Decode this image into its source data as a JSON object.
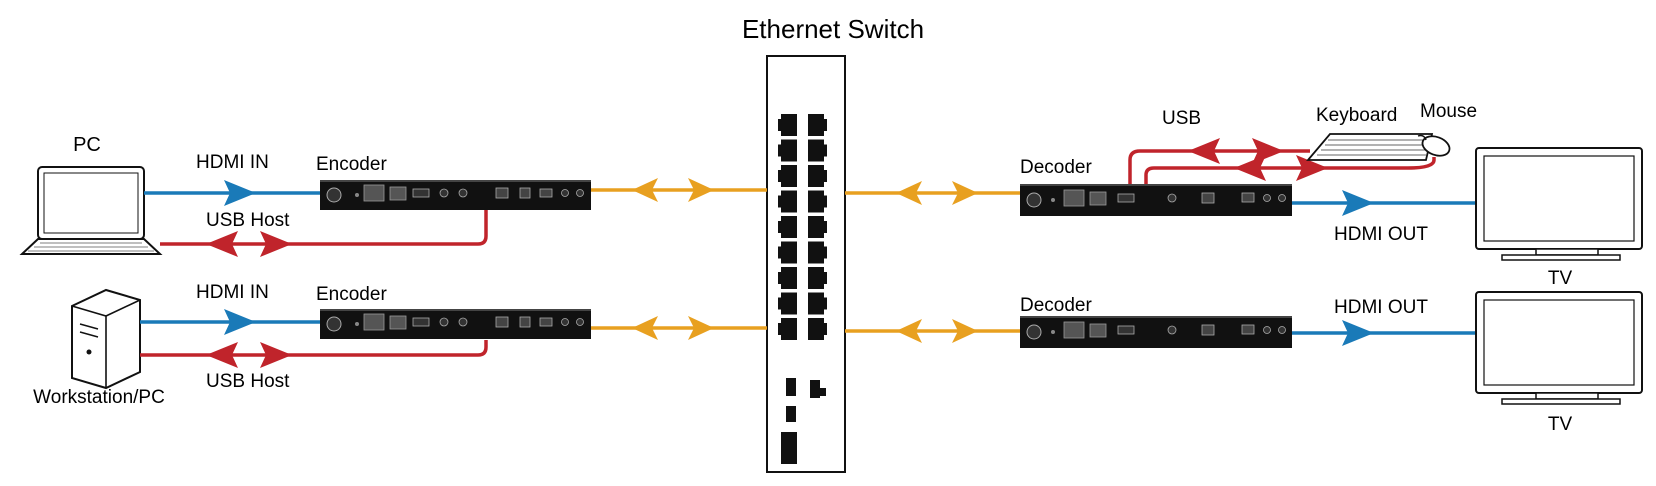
{
  "title": "Ethernet Switch",
  "sources": [
    {
      "name": "PC",
      "video_label": "HDMI IN",
      "usb_label": "USB Host",
      "device": "Encoder"
    },
    {
      "name": "Workstation/PC",
      "video_label": "HDMI IN",
      "usb_label": "USB Host",
      "device": "Encoder"
    }
  ],
  "sinks": [
    {
      "device": "Decoder",
      "usb_label": "USB",
      "output_label": "HDMI OUT",
      "display": "TV"
    },
    {
      "device": "Decoder",
      "output_label": "HDMI OUT",
      "display": "TV"
    }
  ],
  "peripherals": {
    "keyboard": "Keyboard",
    "mouse": "Mouse"
  },
  "colors": {
    "hdmi": "#1a7ab8",
    "usb": "#c0242b",
    "ethernet": "#e8a020",
    "device": "#111111"
  }
}
